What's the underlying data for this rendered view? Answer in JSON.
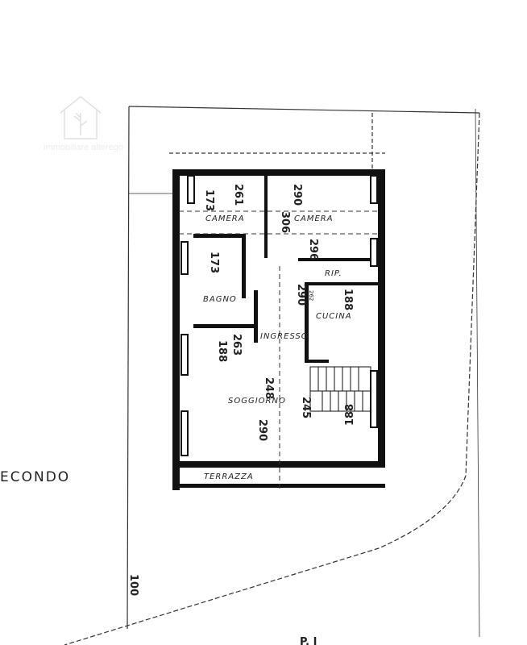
{
  "logo": {
    "brand": "immobiliare alterego",
    "icon": "house-plant-icon"
  },
  "rooms": {
    "camera_1": "CAMERA",
    "camera_2": "CAMERA",
    "bagno": "BAGNO",
    "ripostiglio": "RIP.",
    "cucina": "CUCINA",
    "ingresso": "INGRESSO",
    "soggiorno": "SOGGIORNO",
    "terrazza": "TERRAZZA"
  },
  "dimensions": {
    "camera_1_a": "173",
    "camera_1_b": "261",
    "camera_2_a": "290",
    "camera_2_b": "306",
    "bagno": "173",
    "ingresso": "290",
    "rip": "296",
    "cucina_a": "262",
    "cucina_b": "188",
    "soggiorno_a": "263",
    "soggiorno_b": "188",
    "soggiorno_c": "248",
    "soggiorno_d": "245",
    "soggiorno_e": "290",
    "soggiorno_f": "188"
  },
  "annotations": {
    "floor_label": "ECONDO",
    "side_label": "100",
    "bottom_label": "P. I"
  }
}
